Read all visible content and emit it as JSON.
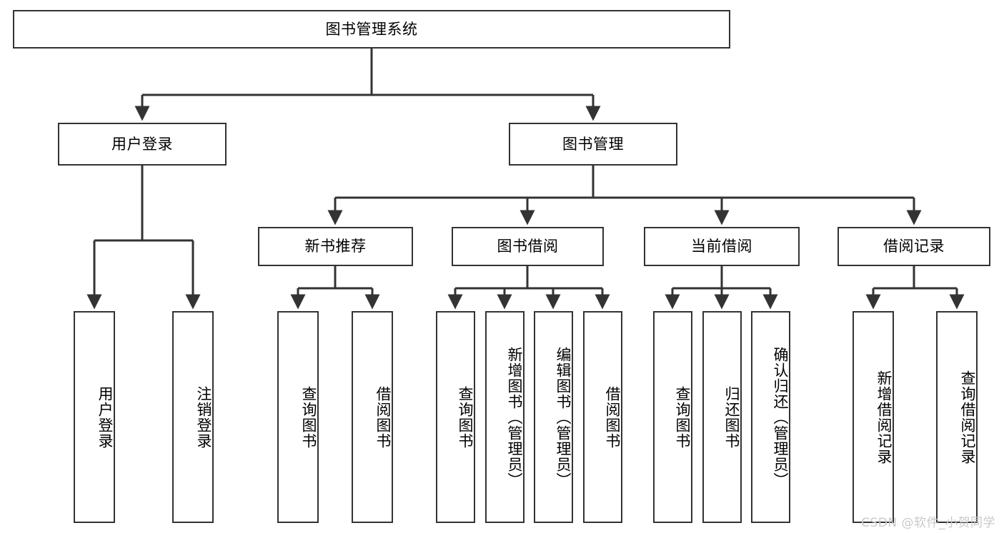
{
  "diagram": {
    "title": "图书管理系统",
    "type": "tree-hierarchy-chart",
    "watermark": "CSDN @软件_小贺同学",
    "colors": {
      "box_border": "#333333",
      "box_fill": "#ffffff",
      "edge": "#333333",
      "text": "#000000",
      "watermark": "#c9c9c9",
      "background": "#ffffff"
    },
    "nodes": {
      "root": {
        "label": "图书管理系统"
      },
      "level2": [
        {
          "id": "user-login",
          "label": "用户登录"
        },
        {
          "id": "book-manage",
          "label": "图书管理"
        }
      ],
      "level3": [
        {
          "id": "new-book-recommend",
          "label": "新书推荐"
        },
        {
          "id": "book-borrow",
          "label": "图书借阅"
        },
        {
          "id": "current-borrow",
          "label": "当前借阅"
        },
        {
          "id": "borrow-record",
          "label": "借阅记录"
        }
      ],
      "leaves": {
        "user-login": [
          {
            "id": "leaf-user-login",
            "label": "用户登录"
          },
          {
            "id": "leaf-user-logout",
            "label": "注销登录"
          }
        ],
        "new-book-recommend": [
          {
            "id": "leaf-query-book-1",
            "label": "查询图书"
          },
          {
            "id": "leaf-borrow-book-1",
            "label": "借阅图书"
          }
        ],
        "book-borrow": [
          {
            "id": "leaf-query-book-2",
            "label": "查询图书"
          },
          {
            "id": "leaf-add-book",
            "label": "新增图书（管理员）"
          },
          {
            "id": "leaf-edit-book",
            "label": "编辑图书（管理员）"
          },
          {
            "id": "leaf-borrow-book-2",
            "label": "借阅图书"
          }
        ],
        "current-borrow": [
          {
            "id": "leaf-query-book-3",
            "label": "查询图书"
          },
          {
            "id": "leaf-return-book",
            "label": "归还图书"
          },
          {
            "id": "leaf-confirm-return",
            "label": "确认归还（管理员）"
          }
        ],
        "borrow-record": [
          {
            "id": "leaf-add-record",
            "label": "新增借阅记录"
          },
          {
            "id": "leaf-query-record",
            "label": "查询借阅记录"
          }
        ]
      }
    }
  }
}
